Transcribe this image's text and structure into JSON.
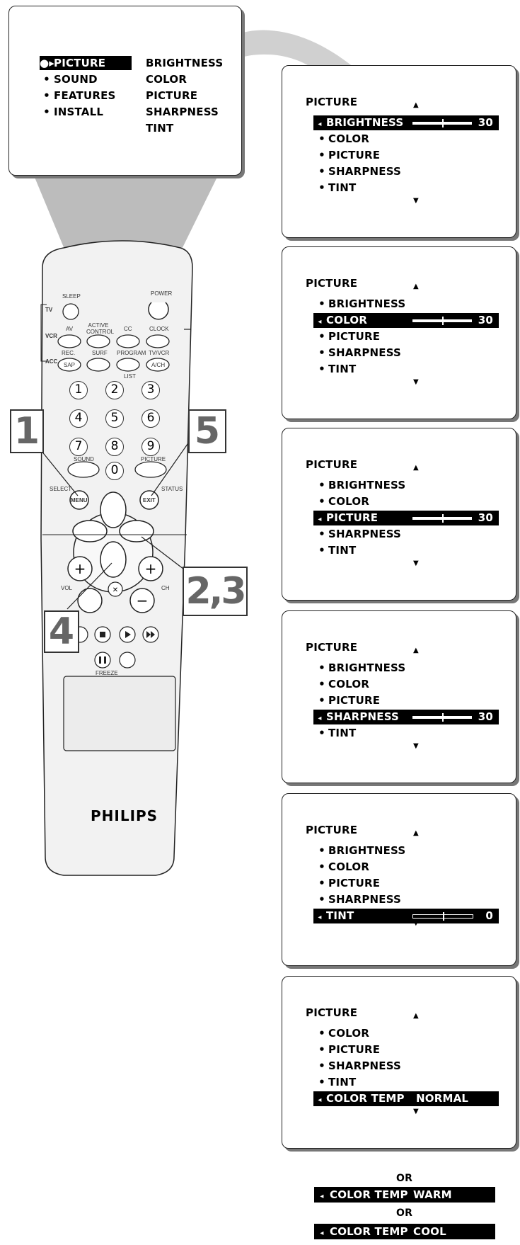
{
  "top_menu": {
    "left_items": [
      "PICTURE",
      "SOUND",
      "FEATURES",
      "INSTALL"
    ],
    "right_items": [
      "BRIGHTNESS",
      "COLOR",
      "PICTURE",
      "SHARPNESS",
      "TINT"
    ]
  },
  "remote": {
    "brand": "PHILIPS",
    "labels": {
      "sleep": "SLEEP",
      "power": "POWER",
      "tv": "TV",
      "vcr": "VCR",
      "acc": "ACC",
      "av": "AV",
      "active_control": "ACTIVE CONTROL",
      "cc": "CC",
      "clock": "CLOCK",
      "rec": "REC.",
      "sap": "SAP",
      "surf": "SURF",
      "program": "PROGRAM",
      "tvvcr": "TV/VCR",
      "ach": "A/CH",
      "list": "LIST",
      "sound": "SOUND",
      "picture": "PICTURE",
      "select": "SELECT",
      "menu": "MENU",
      "exit": "EXIT",
      "status": "STATUS",
      "vol": "VOL",
      "ch": "CH",
      "freeze": "FREEZE"
    },
    "digits": [
      "1",
      "2",
      "3",
      "4",
      "5",
      "6",
      "7",
      "8",
      "9",
      "0"
    ],
    "steps": [
      "1",
      "5",
      "2,3",
      "4"
    ]
  },
  "panels": [
    {
      "title": "PICTURE",
      "items": [
        "BRIGHTNESS",
        "COLOR",
        "PICTURE",
        "SHARPNESS",
        "TINT"
      ],
      "selected": 0,
      "value": "30",
      "slider": 0.5
    },
    {
      "title": "PICTURE",
      "items": [
        "BRIGHTNESS",
        "COLOR",
        "PICTURE",
        "SHARPNESS",
        "TINT"
      ],
      "selected": 1,
      "value": "30",
      "slider": 0.5
    },
    {
      "title": "PICTURE",
      "items": [
        "BRIGHTNESS",
        "COLOR",
        "PICTURE",
        "SHARPNESS",
        "TINT"
      ],
      "selected": 2,
      "value": "30",
      "slider": 0.5
    },
    {
      "title": "PICTURE",
      "items": [
        "BRIGHTNESS",
        "COLOR",
        "PICTURE",
        "SHARPNESS",
        "TINT"
      ],
      "selected": 3,
      "value": "30",
      "slider": 0.5
    },
    {
      "title": "PICTURE",
      "items": [
        "BRIGHTNESS",
        "COLOR",
        "PICTURE",
        "SHARPNESS",
        "TINT"
      ],
      "selected": 4,
      "value": "0",
      "slider": 0.5
    },
    {
      "title": "PICTURE",
      "items": [
        "COLOR",
        "PICTURE",
        "SHARPNESS",
        "TINT",
        "COLOR TEMP"
      ],
      "selected": 4,
      "value": "NORMAL"
    }
  ],
  "alternatives": {
    "or_label": "OR",
    "options": [
      {
        "label": "COLOR TEMP",
        "value": "WARM"
      },
      {
        "label": "COLOR TEMP",
        "value": "COOL"
      }
    ]
  }
}
